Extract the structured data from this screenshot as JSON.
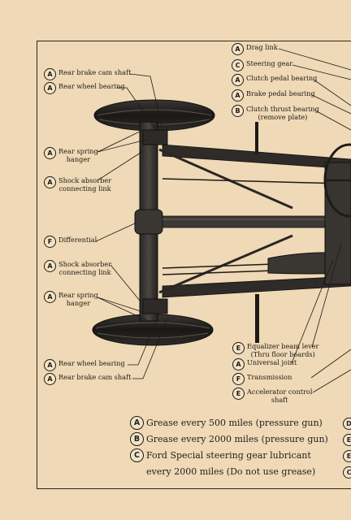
{
  "labels": {
    "drag_link": {
      "key": "A",
      "text": "Drag link"
    },
    "steering_gear": {
      "key": "C",
      "text": "Steering gear"
    },
    "clutch_pedal_bearing": {
      "key": "A",
      "text": "Clutch pedal bearing"
    },
    "brake_pedal_bearing": {
      "key": "A",
      "text": "Brake pedal bearing"
    },
    "clutch_thrust_bearing": {
      "key": "B",
      "text": "Clutch thrust bearing",
      "text2": "(remove plate)"
    },
    "rear_brake_cam_shaft_top": {
      "key": "A",
      "text": "Rear brake cam shaft"
    },
    "rear_wheel_bearing_top": {
      "key": "A",
      "text": "Rear wheel bearing"
    },
    "rear_spring_hanger_top": {
      "key": "A",
      "text": "Rear spring",
      "text2": "hanger"
    },
    "shock_absorber_link_top": {
      "key": "A",
      "text": "Shock absorber",
      "text2": "connecting link"
    },
    "differential": {
      "key": "F",
      "text": "Differential"
    },
    "shock_absorber_link_bottom": {
      "key": "A",
      "text": "Shock absorber",
      "text2": "connecting link"
    },
    "rear_spring_hanger_bottom": {
      "key": "A",
      "text": "Rear spring",
      "text2": "hanger"
    },
    "rear_wheel_bearing_bottom": {
      "key": "A",
      "text": "Rear wheel bearing"
    },
    "rear_brake_cam_shaft_bottom": {
      "key": "A",
      "text": "Rear brake cam shaft"
    },
    "equalizer_beam_lever": {
      "key": "E",
      "text": "Equalizer beam lever",
      "text2": "(Thru floor boards)"
    },
    "universal_joint": {
      "key": "A",
      "text": "Universal joint"
    },
    "transmission": {
      "key": "F",
      "text": "Transmission"
    },
    "accelerator_control_shaft": {
      "key": "E",
      "text": "Accelerator control",
      "text2": "shaft"
    }
  },
  "legend": [
    {
      "key": "A",
      "text": "Grease every 500 miles (pressure gun)"
    },
    {
      "key": "B",
      "text": "Grease every 2000 miles (pressure gun)"
    },
    {
      "key": "C",
      "text": "Ford  Special steering gear lubricant",
      "text2": "every 2000 miles (Do not use grease)"
    }
  ],
  "edge_keys": [
    "D",
    "E",
    "E",
    "C"
  ]
}
